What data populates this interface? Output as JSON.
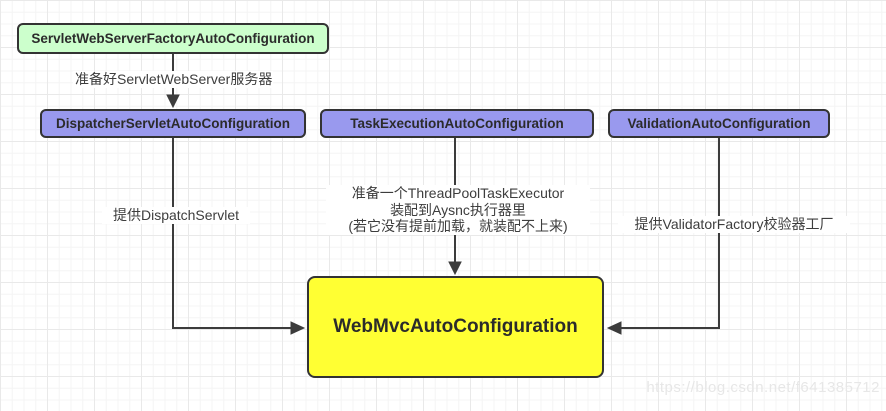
{
  "diagram": {
    "nodes": [
      {
        "id": "servlet-web-server-factory",
        "label": "ServletWebServerFactoryAutoConfiguration",
        "fill": "#ccffcc"
      },
      {
        "id": "dispatcher-servlet",
        "label": "DispatcherServletAutoConfiguration",
        "fill": "#9999ee"
      },
      {
        "id": "task-execution",
        "label": "TaskExecutionAutoConfiguration",
        "fill": "#9999ee"
      },
      {
        "id": "validation",
        "label": "ValidationAutoConfiguration",
        "fill": "#9999ee"
      },
      {
        "id": "web-mvc",
        "label": "WebMvcAutoConfiguration",
        "fill": "#ffff33"
      }
    ],
    "edges": [
      {
        "from": "servlet-web-server-factory",
        "to": "dispatcher-servlet",
        "label": "准备好ServletWebServer服务器"
      },
      {
        "from": "dispatcher-servlet",
        "to": "web-mvc",
        "label": "提供DispatchServlet"
      },
      {
        "from": "task-execution",
        "to": "web-mvc",
        "label_lines": [
          "准备一个ThreadPoolTaskExecutor",
          "装配到Aysnc执行器里",
          "(若它没有提前加载，就装配不上来)"
        ]
      },
      {
        "from": "validation",
        "to": "web-mvc",
        "label": "提供ValidatorFactory校验器工厂"
      }
    ],
    "colors": {
      "green_fill": "#ccffcc",
      "purple_fill": "#9999ee",
      "yellow_fill": "#ffff33",
      "node_border": "#333333",
      "edge_stroke": "#3c3c3c",
      "label_text": "#3d3d3d",
      "watermark_text": "#e7e7e7"
    }
  },
  "watermark": {
    "text": "https://blog.csdn.net/f641385712"
  }
}
